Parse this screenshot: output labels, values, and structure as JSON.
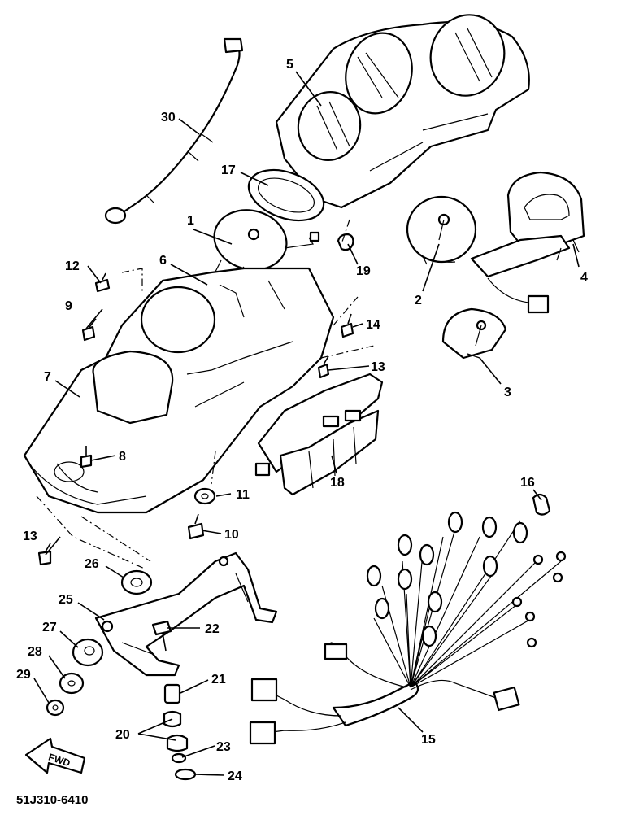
{
  "diagram": {
    "callouts": [
      {
        "id": "c1",
        "label": "1"
      },
      {
        "id": "c2",
        "label": "2"
      },
      {
        "id": "c3",
        "label": "3"
      },
      {
        "id": "c4",
        "label": "4"
      },
      {
        "id": "c5",
        "label": "5"
      },
      {
        "id": "c6",
        "label": "6"
      },
      {
        "id": "c7",
        "label": "7"
      },
      {
        "id": "c8",
        "label": "8"
      },
      {
        "id": "c9",
        "label": "9"
      },
      {
        "id": "c10",
        "label": "10"
      },
      {
        "id": "c11",
        "label": "11"
      },
      {
        "id": "c12",
        "label": "12"
      },
      {
        "id": "c13a",
        "label": "13"
      },
      {
        "id": "c13b",
        "label": "13"
      },
      {
        "id": "c14",
        "label": "14"
      },
      {
        "id": "c15",
        "label": "15"
      },
      {
        "id": "c16",
        "label": "16"
      },
      {
        "id": "c17",
        "label": "17"
      },
      {
        "id": "c18",
        "label": "18"
      },
      {
        "id": "c19",
        "label": "19"
      },
      {
        "id": "c20",
        "label": "20"
      },
      {
        "id": "c21",
        "label": "21"
      },
      {
        "id": "c22",
        "label": "22"
      },
      {
        "id": "c23",
        "label": "23"
      },
      {
        "id": "c24",
        "label": "24"
      },
      {
        "id": "c25",
        "label": "25"
      },
      {
        "id": "c26",
        "label": "26"
      },
      {
        "id": "c27",
        "label": "27"
      },
      {
        "id": "c28",
        "label": "28"
      },
      {
        "id": "c29",
        "label": "29"
      },
      {
        "id": "c30",
        "label": "30"
      }
    ],
    "fwd_label": "FWD",
    "drawing_code": "51J310-6410"
  }
}
